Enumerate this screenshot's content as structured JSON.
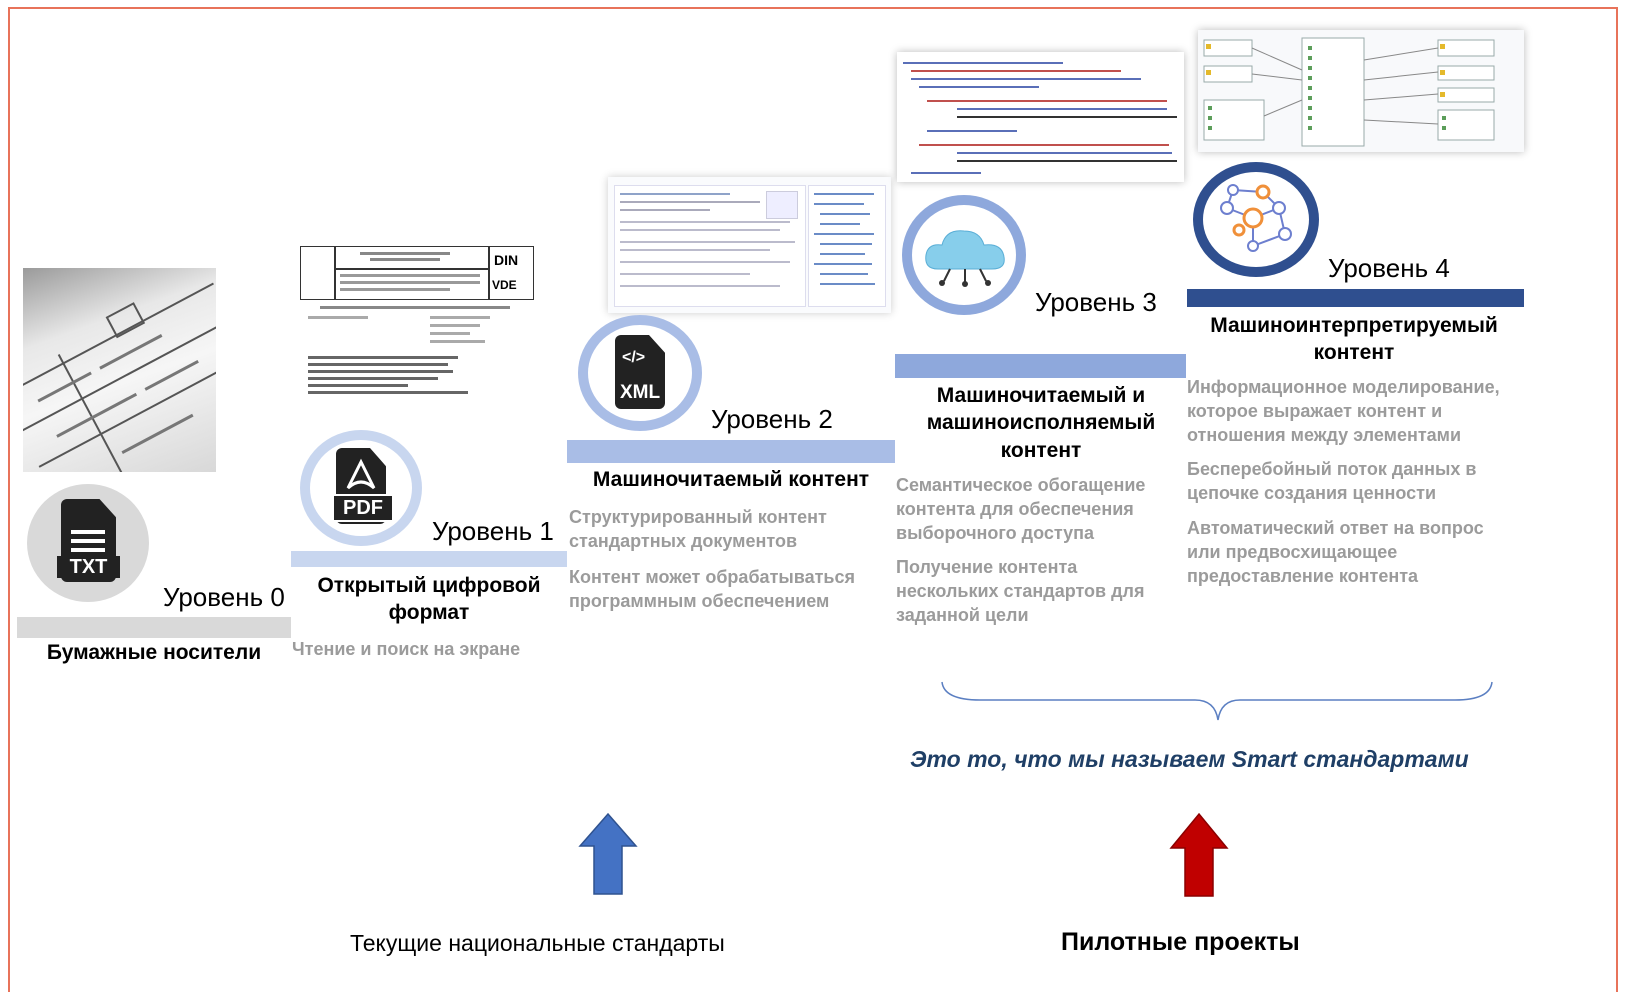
{
  "levels": [
    {
      "label": "Уровень 0",
      "title": "Бумажные носители",
      "desc": [],
      "icon": "txt-file-icon",
      "icon_text": "TXT",
      "bar_color": "#d9d9d9"
    },
    {
      "label": "Уровень 1",
      "title": "Открытый цифровой формат",
      "desc": [
        "Чтение и поиск на экране"
      ],
      "icon": "pdf-file-icon",
      "icon_text": "PDF",
      "bar_color": "#c8d6ef"
    },
    {
      "label": "Уровень 2",
      "title": "Машиночитаемый контент",
      "desc": [
        "Структурированный контент стандартных документов",
        "Контент может обрабатываться программным обеспечением"
      ],
      "icon": "xml-file-icon",
      "icon_text": "XML",
      "bar_color": "#a9bde6"
    },
    {
      "label": "Уровень 3",
      "title": "Машиночитаемый и машиноисполняемый контент",
      "desc": [
        "Семантическое обогащение контента для обеспечения выборочного доступа",
        "Получение контента нескольких стандартов для заданной цели"
      ],
      "icon": "cloud-icon",
      "icon_text": "",
      "bar_color": "#8ea8dc"
    },
    {
      "label": "Уровень 4",
      "title": "Машиноинтерпретируемый контент",
      "desc": [
        "Информационное моделирование, которое выражает контент и отношения между элементами",
        "Бесперебойный поток данных в цепочке создания ценности",
        "Автоматический ответ на вопрос или предвосхищающее предоставление контента"
      ],
      "icon": "network-graph-icon",
      "icon_text": "",
      "bar_color": "#2f4f8f"
    }
  ],
  "smart_caption": "Это то, что мы называем Smart стандартами",
  "bottom": {
    "left_label": "Текущие национальные стандарты",
    "right_label": "Пилотные проекты"
  },
  "colors": {
    "frame": "#e8735a",
    "blue_arrow": "#4472c4",
    "red_arrow": "#c00000",
    "caption": "#1f3f66",
    "gray_text": "#9b9b9b"
  },
  "doc_badges": [
    "DIN",
    "VDE"
  ]
}
